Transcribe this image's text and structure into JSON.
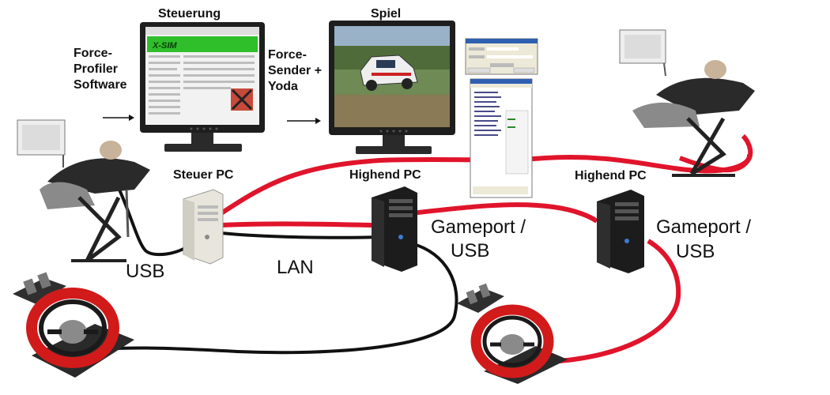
{
  "diagram": {
    "title_left": "Steuerung",
    "title_right": "Spiel",
    "left_note": [
      "Force-",
      "Profiler",
      "Software"
    ],
    "middle_note": [
      "Force-",
      "Sender +",
      "Yoda"
    ],
    "steuer_pc": "Steuer PC",
    "highend_pc_1": "Highend PC",
    "highend_pc_2": "Highend PC",
    "usb": "USB",
    "lan": "LAN",
    "gameport_1": [
      "Gameport /",
      "USB"
    ],
    "gameport_2": [
      "Gameport /",
      "USB"
    ],
    "xsim_logo": "X-SIM"
  },
  "colors": {
    "cable_red": "#e0142b",
    "cable_black": "#111111",
    "screen_green": "#2fbf2a",
    "monitor_body": "#1e1e1e"
  },
  "icons": [
    "monitor-icon",
    "pc-tower-icon",
    "steering-wheel-icon",
    "pedals-icon",
    "motion-seat-icon",
    "rally-car-image",
    "software-window-icon"
  ]
}
